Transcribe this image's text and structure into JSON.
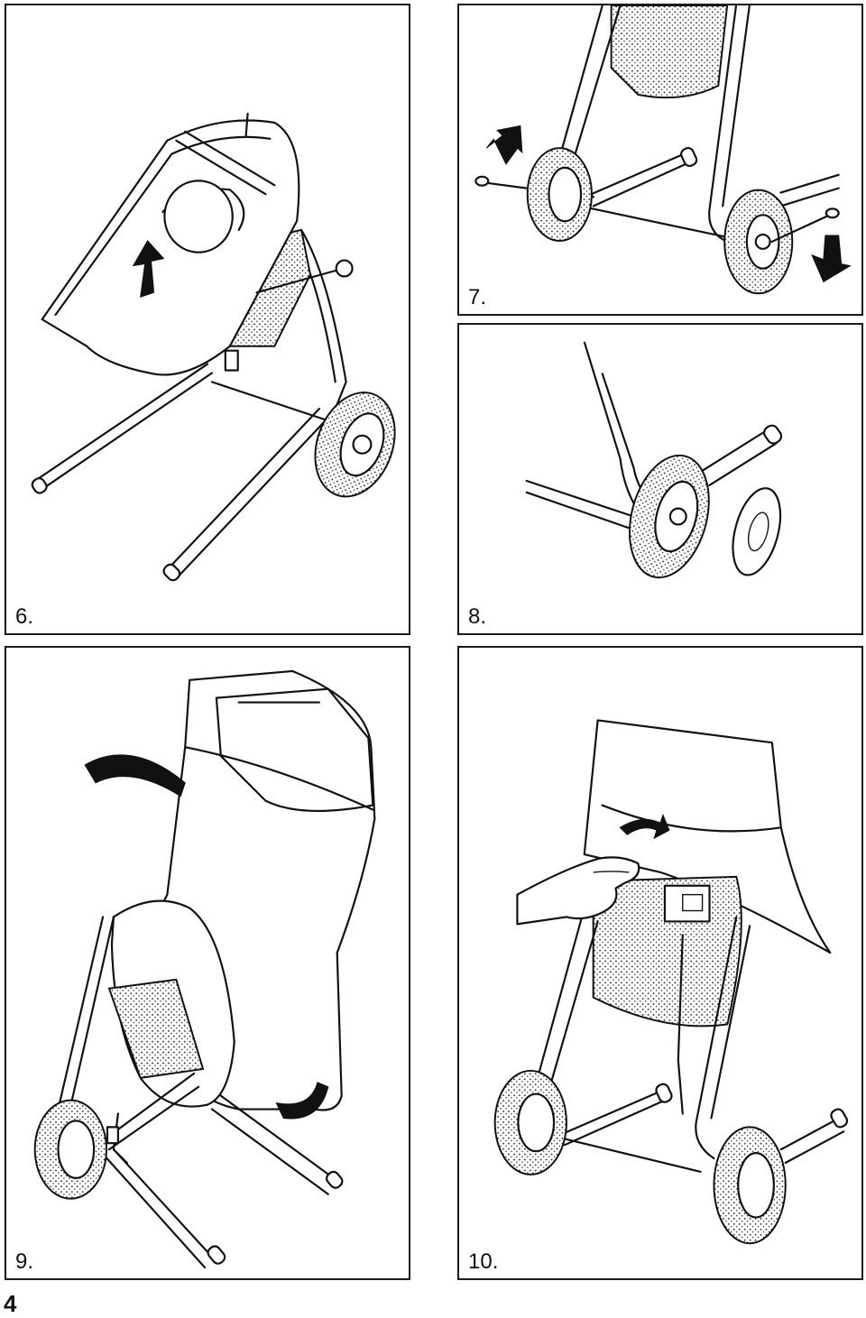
{
  "page": {
    "number": "4"
  },
  "figures": [
    {
      "id": "p6",
      "label": "6."
    },
    {
      "id": "p7",
      "label": "7."
    },
    {
      "id": "p8",
      "label": "8."
    },
    {
      "id": "p9",
      "label": "9."
    },
    {
      "id": "p10",
      "label": "10."
    }
  ],
  "icons": [
    "up-arrow-icon",
    "down-arrow-icon",
    "curved-arrow-icon",
    "hand-icon",
    "wheel-icon"
  ],
  "colors": {
    "ink": "#111111",
    "paper": "#ffffff"
  }
}
